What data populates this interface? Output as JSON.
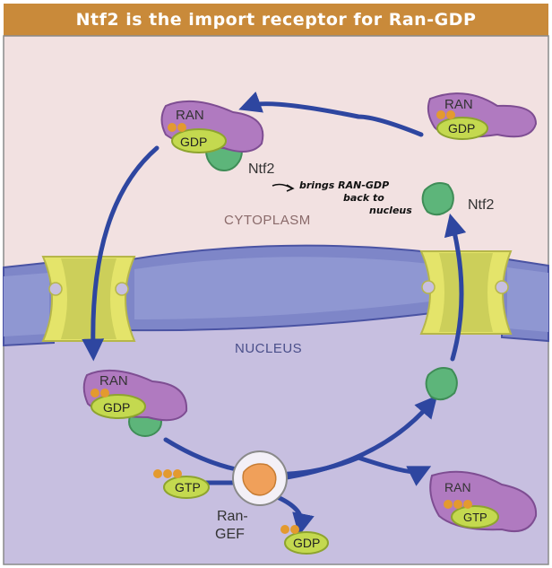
{
  "title": "Ntf2 is the import receptor for Ran-GDP",
  "regions": {
    "cytoplasm": "CYTOPLASM",
    "nucleus": "NUCLEUS"
  },
  "labels": {
    "ran": "RAN",
    "gdp": "GDP",
    "gtp": "GTP",
    "ntf2": "Ntf2",
    "ran_gef_line1": "Ran-",
    "ran_gef_line2": "GEF"
  },
  "annotation": {
    "line1": "brings RAN-GDP",
    "line2": "back to",
    "line3": "nucleus"
  },
  "colors": {
    "cytoplasm": "#f2e1e1",
    "nucleus": "#c7bfe0",
    "membrane": "#7e86c8",
    "pore": "#e4e46a",
    "ran": "#b07ac0",
    "gdp_gtp": "#c4d94f",
    "ntf2": "#5db57a",
    "arrow": "#2e46a0",
    "title_bar": "#c98a3a"
  }
}
